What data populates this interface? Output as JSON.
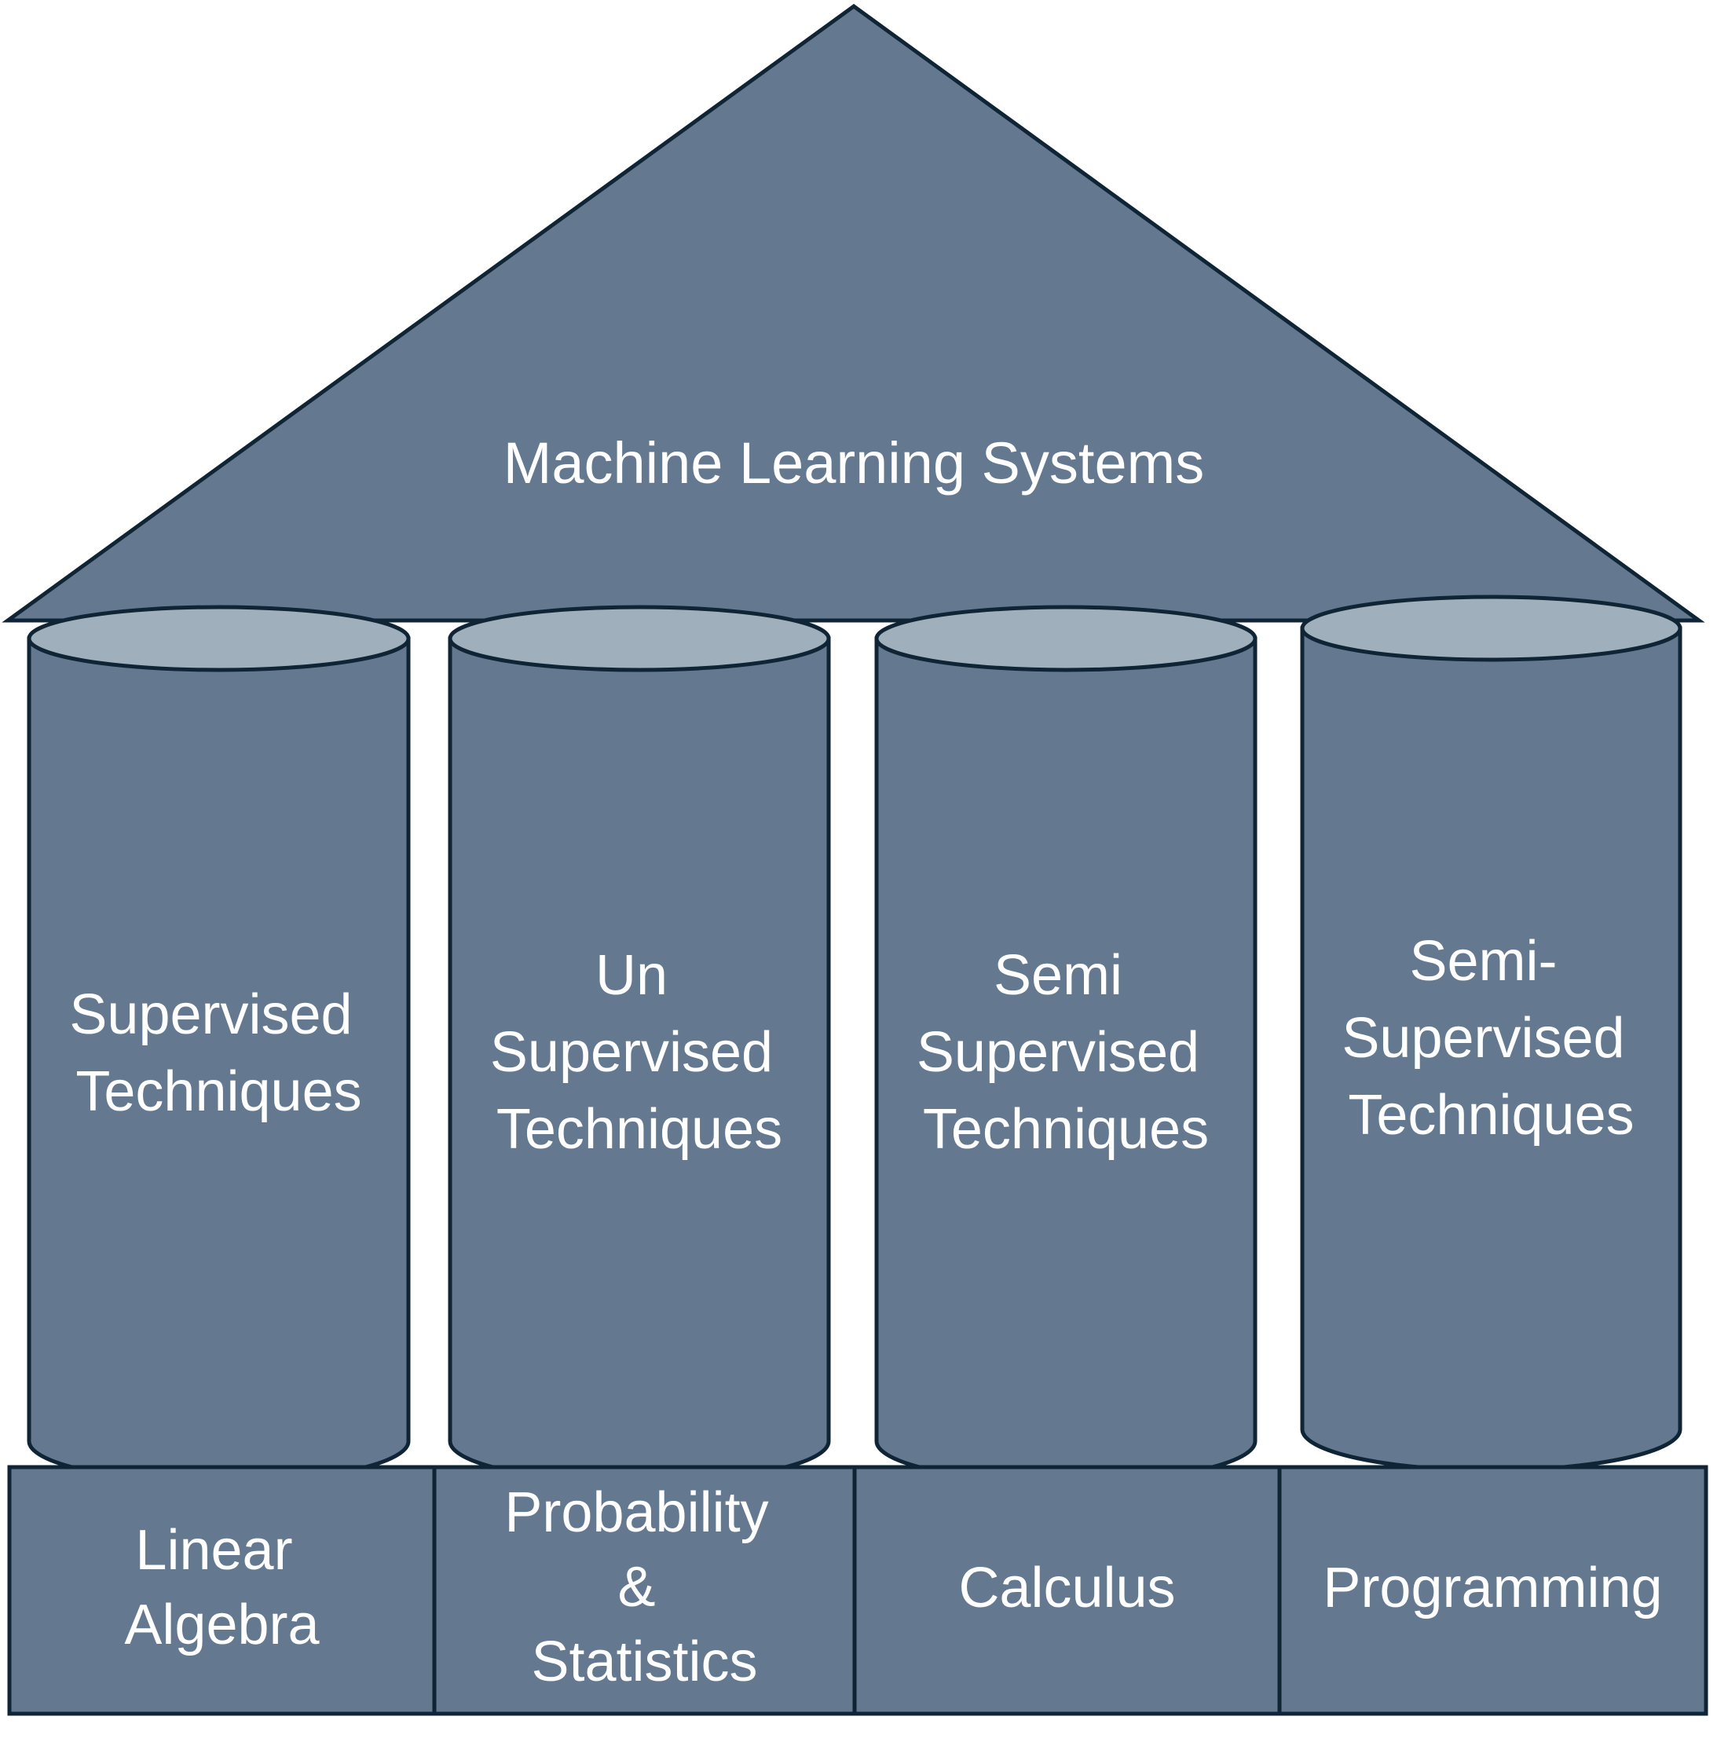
{
  "colors": {
    "fill": "#64788f",
    "cap": "#9fafbc",
    "stroke": "#0f2535",
    "text": "#ffffff",
    "background": "#ffffff"
  },
  "roof": {
    "lines": [
      "Machine Learning Systems"
    ]
  },
  "pillars": [
    {
      "lines": [
        "Supervised",
        "Techniques"
      ]
    },
    {
      "lines": [
        "Un",
        "Supervised",
        "Techniques"
      ]
    },
    {
      "lines": [
        "Semi",
        "Supervised",
        "Techniques"
      ]
    },
    {
      "lines": [
        "Semi-",
        "Supervised",
        "Techniques"
      ]
    }
  ],
  "foundation": [
    {
      "lines": [
        "Linear",
        "Algebra"
      ]
    },
    {
      "lines": [
        "Probability",
        "&",
        "Statistics"
      ]
    },
    {
      "lines": [
        "Calculus"
      ]
    },
    {
      "lines": [
        "Programming"
      ]
    }
  ]
}
